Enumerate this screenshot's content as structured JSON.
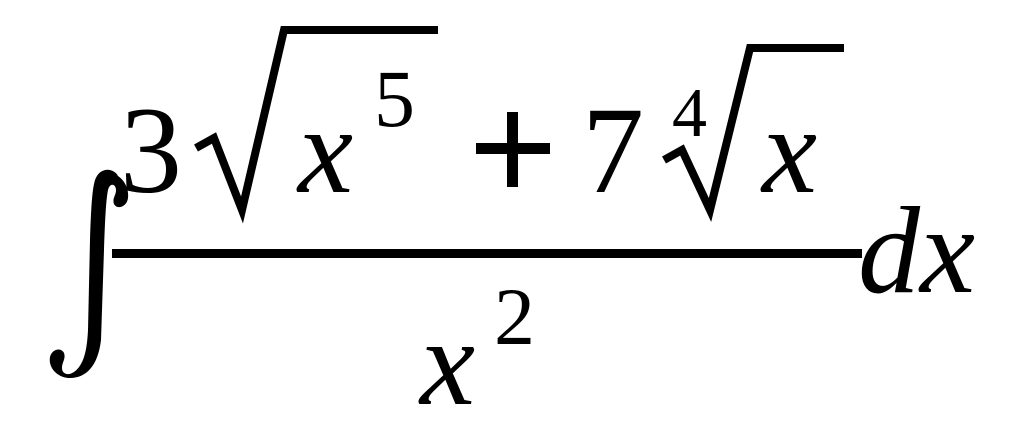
{
  "formula": {
    "integral_sign": "∫",
    "numerator": {
      "term1": {
        "coefficient": "3",
        "radicand_base": "x",
        "radicand_exponent": "5"
      },
      "operator": "+",
      "term2": {
        "coefficient": "7",
        "root_index": "4",
        "radicand": "x"
      }
    },
    "denominator": {
      "base": "x",
      "exponent": "2"
    },
    "differential": "dx"
  },
  "colors": {
    "ink": "#000000",
    "background": "#ffffff"
  }
}
